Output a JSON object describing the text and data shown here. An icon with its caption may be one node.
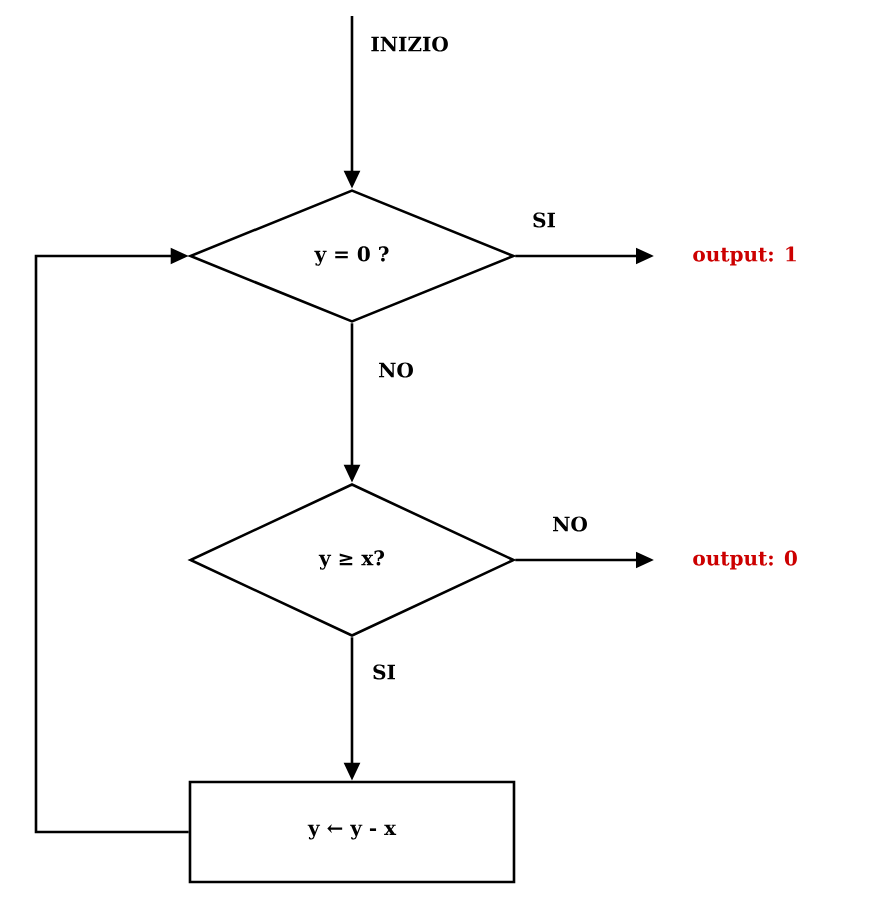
{
  "diagram": {
    "nodes": [
      {
        "text": [
          "y = 0 ?"
        ]
      },
      {
        "text": [
          "output: 1"
        ]
      },
      {
        "text": [
          "y ≥ x?"
        ]
      },
      {
        "text": [
          "output: 0"
        ]
      },
      {
        "text": [
          "y ← y - x"
        ]
      }
    ],
    "edges": [
      {
        "from": null,
        "to": 0,
        "arrow": "to",
        "label": "INIZIO"
      },
      {
        "from": 0,
        "to": 1,
        "arrow": "to",
        "label": "SI"
      },
      {
        "from": 0,
        "to": 2,
        "arrow": "to",
        "label": "NO"
      },
      {
        "from": 2,
        "to": 3,
        "arrow": "to",
        "label": "NO"
      },
      {
        "from": 2,
        "to": 4,
        "arrow": "to",
        "label": "SI"
      },
      {
        "from": 4,
        "to": 0,
        "arrow": "to"
      }
    ]
  }
}
